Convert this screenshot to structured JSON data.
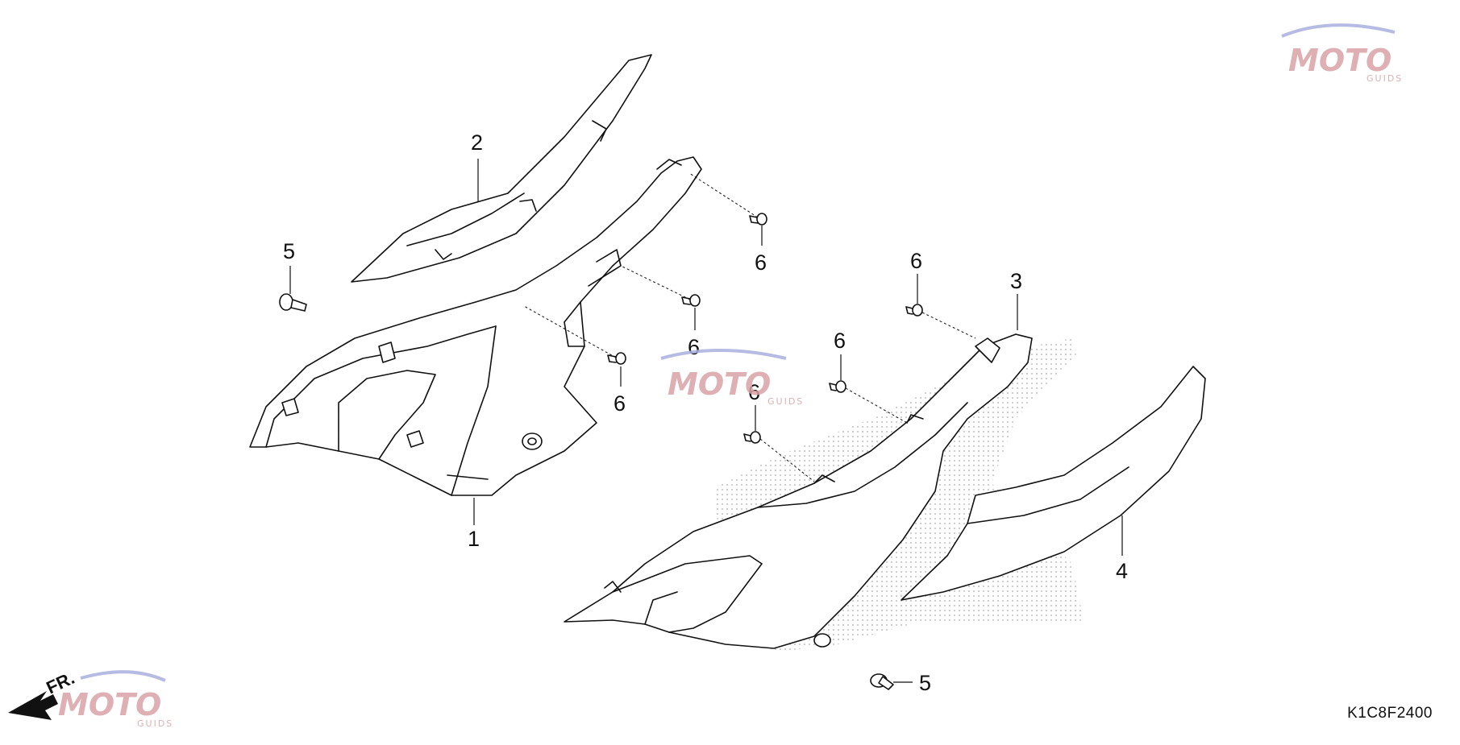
{
  "callouts": [
    "1",
    "2",
    "3",
    "4",
    "5",
    "6"
  ],
  "diagram_code": "K1C8F2400",
  "front_label": "FR.",
  "watermark": {
    "main": "MOTO",
    "sub": "GUIDS"
  },
  "colors": {
    "line": "#111111",
    "dots": "#bbbbbb",
    "wm_red": "#d9a3a8",
    "wm_blue": "#a9b0dd"
  }
}
